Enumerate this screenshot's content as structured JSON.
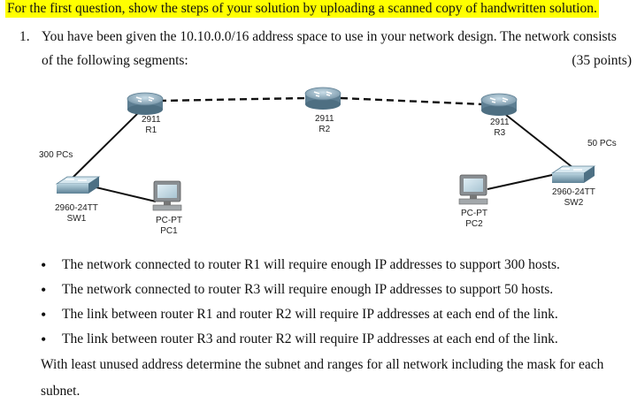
{
  "instruction": "For the first question, show the steps of your solution by uploading a scanned copy of handwritten solution.",
  "question": {
    "number": "1.",
    "text_line1": "You have been given the 10.10.0.0/16 address space to use in your network design. The network consists",
    "text_line2": "of the following segments:",
    "points": "(35 points)"
  },
  "diagram": {
    "routers": [
      {
        "model": "2911",
        "name": "R1"
      },
      {
        "model": "2911",
        "name": "R2"
      },
      {
        "model": "2911",
        "name": "R3"
      }
    ],
    "switches": [
      {
        "model": "2960-24TT",
        "name": "SW1"
      },
      {
        "model": "2960-24TT",
        "name": "SW2"
      }
    ],
    "pcs": [
      {
        "model": "PC-PT",
        "name": "PC1"
      },
      {
        "model": "PC-PT",
        "name": "PC2"
      }
    ],
    "notes": {
      "left": "300 PCs",
      "right": "50 PCs"
    }
  },
  "bullets": [
    "The network connected to router R1 will require enough IP addresses to support 300 hosts.",
    "The network connected to router R3 will require enough IP addresses to support 50 hosts.",
    "The link between router R1 and router R2 will require IP addresses at each end of the link.",
    "The link between router R3 and router R2 will require IP addresses at each end of the link."
  ],
  "conclusion": "With least unused address determine the subnet and ranges for all network including the mask for each subnet."
}
